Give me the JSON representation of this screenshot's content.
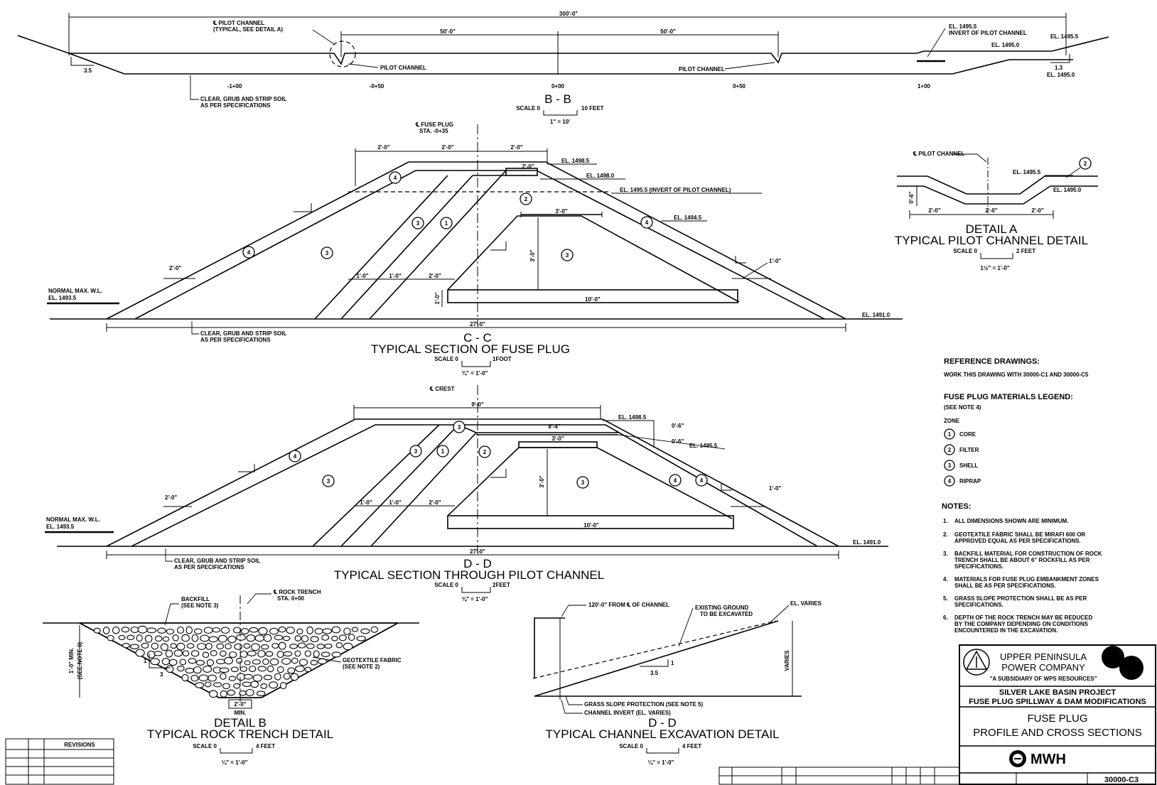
{
  "section_bb": {
    "overall_dim": "300'-0\"",
    "dim_left": "50'-0\"",
    "dim_right": "50'-0\"",
    "cl_pilot_note_1": "℄ PILOT CHANNEL",
    "cl_pilot_note_2": "(TYPICAL, SEE DETAIL A)",
    "pilot_channel_left": "PILOT CHANNEL",
    "pilot_channel_right": "PILOT CHANNEL",
    "el_invert_1": "EL. 1495.5",
    "el_invert_2": "INVERT OF PILOT CHANNEL",
    "el_1": "EL. 1495.5",
    "el_2": "EL. 1495.0",
    "el_3": "EL. 1495.0",
    "clear_note_1": "CLEAR, GRUB AND STRIP SOIL",
    "clear_note_2": "AS PER SPECIFICATIONS",
    "stations": [
      "-1+00",
      "-0+50",
      "0+00",
      "0+50",
      "1+00"
    ],
    "slope_left": "3.5",
    "slope_right": "1.3",
    "title": "B - B",
    "scale_label": "SCALE 0",
    "scale_end": "10 FEET",
    "scale_ratio": "1\" = 10'"
  },
  "section_cc": {
    "cl_fuse_plug_1": "℄ FUSE PLUG",
    "cl_fuse_plug_2": "STA. -0+35",
    "dims_top": [
      "2'-0\"",
      "2'-0\"",
      "2'-0\""
    ],
    "dim_inner": "2'-0\"",
    "dim_core_top": "3'-0\"",
    "el_top": "EL. 1498.5",
    "el_second": "EL. 1498.0",
    "el_invert_note": "EL. 1495.5 (INVERT OF PILOT CHANNEL)",
    "el_slope": "EL. 1494.5",
    "normal_max_1": "NORMAL MAX. W.L.",
    "normal_max_2": "EL. 1493.5",
    "el_base": "EL. 1491.0",
    "dim_left": "2'-0\"",
    "dim_right": "1'-0\"",
    "dims_filters": [
      "1'-0\"",
      "1'-0\"",
      "2'-0\""
    ],
    "dim_height": "3'-0\"",
    "dim_base_inner": "10'-0\"",
    "dim_base": "27'-0\"",
    "dim_left_height": "1'-0\"",
    "clear_note_1": "CLEAR, GRUB AND STRIP SOIL",
    "clear_note_2": "AS PER SPECIFICATIONS",
    "zones": [
      "4",
      "2",
      "1",
      "3",
      "3",
      "3",
      "4",
      "4"
    ],
    "title_1": "C - C",
    "title_2": "TYPICAL SECTION OF FUSE PLUG",
    "scale_label": "SCALE 0",
    "scale_end": "1FOOT",
    "scale_ratio": "¾\" = 1'-0\""
  },
  "section_dd": {
    "cl_crest": "℄ CREST",
    "dim_top": "9'-0\"",
    "dim_2": "8'-4\"",
    "dim_3": "3'-0\"",
    "el_top": "EL. 1498.5",
    "el_2": "EL. 1495.5",
    "dim_r1": "0'-6\"",
    "dim_r2": "0'-6\"",
    "normal_max_1": "NORMAL MAX. W.L.",
    "normal_max_2": "EL. 1493.5",
    "el_base": "EL. 1491.0",
    "dim_left": "2'-0\"",
    "dim_right": "1'-0\"",
    "dims_filters": [
      "1'-0\"",
      "1'-0\"",
      "2'-0\""
    ],
    "dim_height": "3'-0\"",
    "dim_base_inner": "10'-0\"",
    "dim_base": "27'-0\"",
    "clear_note_1": "CLEAR, GRUB AND STRIP SOIL",
    "clear_note_2": "AS PER SPECIFICATIONS",
    "zones": [
      "3",
      "3",
      "1",
      "2",
      "3",
      "3",
      "4",
      "4",
      "4"
    ],
    "title_1": "D - D",
    "title_2": "TYPICAL SECTION THROUGH PILOT CHANNEL",
    "scale_label": "SCALE 0",
    "scale_end": "2FEET",
    "scale_ratio": "¾\" = 1'-0\""
  },
  "detail_a": {
    "cl_label": "℄ PILOT CHANNEL",
    "el_1": "EL. 1495.5",
    "el_2": "EL. 1495.0",
    "zone": "2",
    "dims": [
      "2'-0\"",
      "2'-0\"",
      "2'-0\""
    ],
    "dim_v": "0'-6\"",
    "title_1": "DETAIL A",
    "title_2": "TYPICAL PILOT CHANNEL DETAIL",
    "scale_label": "SCALE 0",
    "scale_end": "2 FEET",
    "scale_ratio": "1½\" = 1'-0\""
  },
  "detail_b": {
    "backfill_1": "BACKFILL",
    "backfill_2": "(SEE NOTE 3)",
    "cl_1": "℄ ROCK TRENCH",
    "cl_2": "STA. 0+00",
    "geotextile_1": "GEOTEXTILE FABRIC",
    "geotextile_2": "(SEE NOTE 2)",
    "depth_1": "1'-0\" MIN.",
    "depth_2": "(SEE NOTE 6)",
    "slope_h": "1",
    "slope_v": "3",
    "dim_bottom": "2'-0\"",
    "dim_min": "MIN.",
    "title_1": "DETAIL B",
    "title_2": "TYPICAL ROCK TRENCH DETAIL",
    "scale_label": "SCALE 0",
    "scale_end": "4 FEET",
    "scale_ratio": "¼\" = 1'-0\""
  },
  "detail_dd_exc": {
    "note_from": "120'-0\" FROM ℄ OF CHANNEL",
    "existing_1": "EXISTING GROUND",
    "existing_2": "TO BE EXCAVATED",
    "el_varies": "EL. VARIES",
    "slope_h": "3.5",
    "slope_v": "1",
    "height": "VARIES",
    "grass_note": "GRASS SLOPE PROTECTION (SEE NOTE 5)",
    "invert_note": "CHANNEL INVERT (EL. VARIES)",
    "title_1": "D - D",
    "title_2": "TYPICAL CHANNEL EXCAVATION DETAIL",
    "scale_label": "SCALE 0",
    "scale_end": "4 FEET",
    "scale_ratio": "¼\" = 1'-0\""
  },
  "reference": {
    "heading": "REFERENCE DRAWINGS:",
    "text": "WORK THIS DRAWING WITH 30000-C1 AND 30000-C5"
  },
  "legend": {
    "heading": "FUSE PLUG MATERIALS LEGEND:",
    "sub": "(SEE NOTE 4)",
    "zone_label": "ZONE",
    "items": [
      {
        "num": "1",
        "name": "CORE"
      },
      {
        "num": "2",
        "name": "FILTER"
      },
      {
        "num": "3",
        "name": "SHELL"
      },
      {
        "num": "4",
        "name": "RIPRAP"
      }
    ]
  },
  "notes": {
    "heading": "NOTES:",
    "items": [
      {
        "num": "1.",
        "lines": [
          "ALL DIMENSIONS SHOWN ARE MINIMUM."
        ]
      },
      {
        "num": "2.",
        "lines": [
          "GEOTEXTILE FABRIC SHALL BE MIRAFI 600 OR",
          "APPROVED EQUAL AS PER SPECIFICATIONS."
        ]
      },
      {
        "num": "3.",
        "lines": [
          "BACKFILL MATERIAL FOR CONSTRUCTION OF ROCK",
          "TRENCH SHALL BE ABOUT 6\" ROCKFILL AS PER",
          "SPECIFICATIONS."
        ]
      },
      {
        "num": "4.",
        "lines": [
          "MATERIALS FOR FUSE PLUG EMBANKMENT ZONES",
          "SHALL BE AS PER SPECIFICATIONS."
        ]
      },
      {
        "num": "5.",
        "lines": [
          "GRASS SLOPE PROTECTION SHALL BE AS PER",
          "SPECIFICATIONS."
        ]
      },
      {
        "num": "6.",
        "lines": [
          "DEPTH OF THE ROCK TRENCH MAY BE REDUCED",
          "BY THE COMPANY DEPENDING ON CONDITIONS",
          "ENCOUNTERED IN THE EXCAVATION."
        ]
      }
    ]
  },
  "title_block": {
    "company_1": "UPPER PENINSULA",
    "company_2": "POWER COMPANY",
    "company_sub": "\"A SUBSIDIARY OF WPS RESOURCES\"",
    "project_1": "SILVER LAKE BASIN PROJECT",
    "project_2": "FUSE PLUG SPILLWAY & DAM MODIFICATIONS",
    "drawing_1": "FUSE PLUG",
    "drawing_2": "PROFILE AND CROSS SECTIONS",
    "firm": "MWH",
    "number": "30000-C3"
  },
  "revision_block": {
    "header": "REVISIONS"
  }
}
